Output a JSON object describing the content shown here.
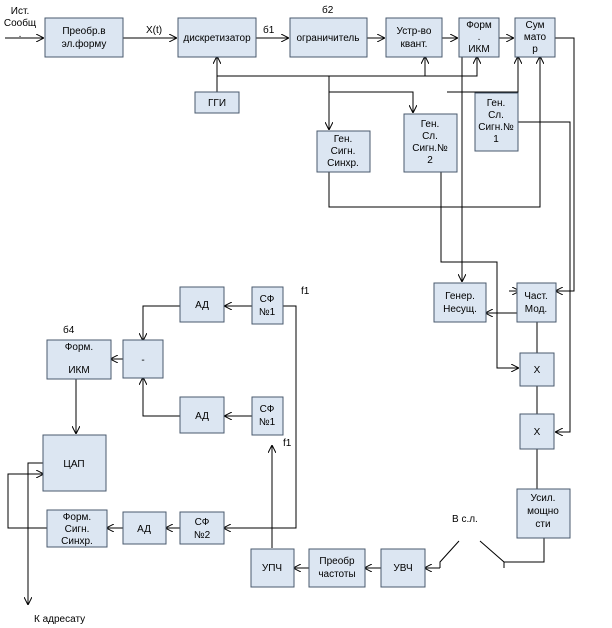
{
  "blocks": {
    "preobr": [
      "Преобр.в",
      "эл.форму"
    ],
    "diskretizator": [
      "дискретизатор"
    ],
    "ogranichitel": [
      "ограничитель"
    ],
    "kvant": [
      "Устр-во",
      "квант."
    ],
    "ikm": [
      "Форм",
      ".",
      "ИКМ"
    ],
    "summator": [
      "Сум",
      "мато",
      "р"
    ],
    "ggi": [
      "ГГИ"
    ],
    "gen_sinhr": [
      "Ген.",
      "Сигн.",
      "Синхр."
    ],
    "gen_sl2": [
      "Ген.",
      "Сл.",
      "Сигн.№",
      "2"
    ],
    "gen_sl1": [
      "Ген.",
      "Сл.",
      "Сигн.№",
      "1"
    ],
    "gen_nesush": [
      "Генер.",
      "Несущ."
    ],
    "chast_mod": [
      "Част.",
      "Мод."
    ],
    "mult1": [
      "Х"
    ],
    "mult2": [
      "Х"
    ],
    "usil": [
      "Усил.",
      "мощно",
      "сти"
    ],
    "uvch": [
      "УВЧ"
    ],
    "preobr_chast": [
      "Преобр",
      "частоты"
    ],
    "upch": [
      "УПЧ"
    ],
    "sf_top": [
      "СФ",
      "№1"
    ],
    "sf_mid": [
      "СФ",
      "№1"
    ],
    "sf_bot": [
      "СФ",
      "№2"
    ],
    "ad_top": [
      "АД"
    ],
    "ad_mid": [
      "АД"
    ],
    "ad_bot": [
      "АД"
    ],
    "minus": [
      "-"
    ],
    "form_ikm": [
      "Форм.",
      "ИКМ"
    ],
    "cap": [
      "ЦАП"
    ],
    "form_sinhr": [
      "Форм.",
      "Сигн.",
      "Синхр."
    ]
  },
  "labels": {
    "source": [
      "Ист.",
      "Сообщ",
      "."
    ],
    "xt": "X(t)",
    "b1": "б1",
    "b2": "б2",
    "b4": "б4",
    "f1_top": "f1",
    "f1_mid": "f1",
    "vsl": "В с.л.",
    "adresat": "К адресату"
  }
}
